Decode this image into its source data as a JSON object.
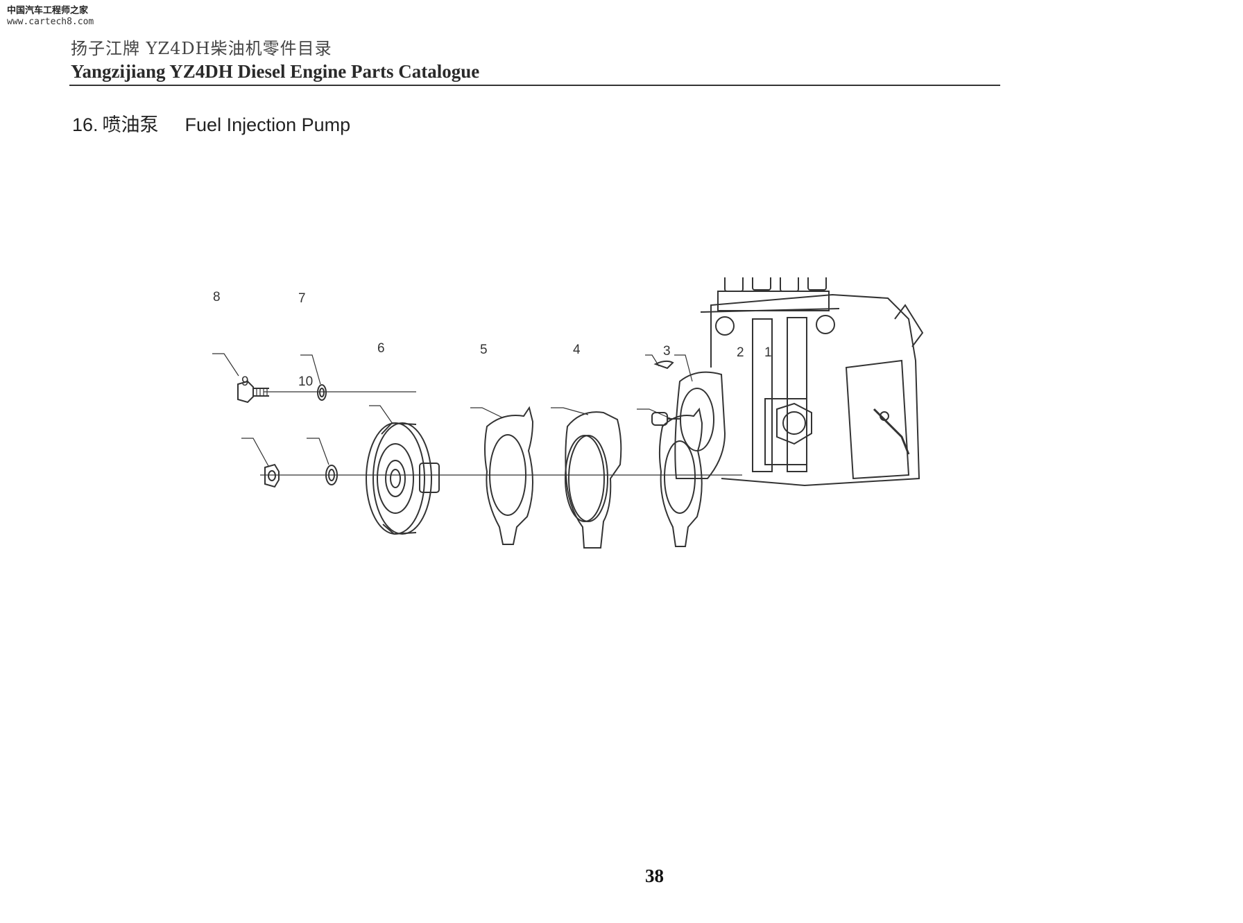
{
  "watermark": {
    "site_name": "中国汽车工程师之家",
    "url": "www.cartech8.com"
  },
  "header": {
    "title_cn": "扬子江牌 YZ4DH柴油机零件目录",
    "title_en": "Yangzijiang YZ4DH Diesel Engine Parts Catalogue"
  },
  "section": {
    "number": "16.",
    "title_cn": "喷油泵",
    "title_en": "Fuel Injection Pump"
  },
  "diagram": {
    "callouts": [
      "1",
      "2",
      "3",
      "4",
      "5",
      "6",
      "7",
      "8",
      "9",
      "10"
    ]
  },
  "footer": {
    "page_number": "38"
  }
}
